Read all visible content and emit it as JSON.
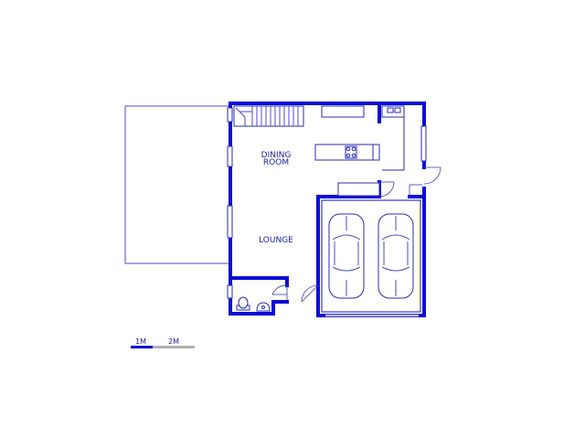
{
  "rooms": {
    "dining_line1": "DINING",
    "dining_line2": "ROOM",
    "lounge": "LOUNGE"
  },
  "scale": {
    "label_1": "1M",
    "label_2": "2M"
  },
  "colors": {
    "wall": "#0b0bd6",
    "text": "#1a1aa6",
    "scale_gray": "#b0b0b0"
  }
}
